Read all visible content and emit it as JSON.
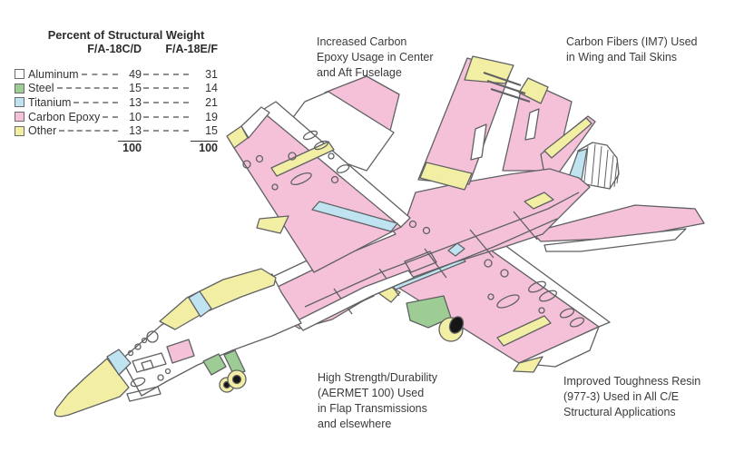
{
  "palette": {
    "aluminum": "#FFFFFF",
    "steel": "#9DCD94",
    "titanium": "#BFE3F1",
    "carbon_epoxy": "#F5C1D8",
    "other": "#F2EFA4",
    "outline": "#606164",
    "text": "#3B3B3B"
  },
  "legend": {
    "title": "Percent of Structural Weight",
    "columns": [
      "F/A-18C/D",
      "F/A-18E/F"
    ],
    "rows": [
      {
        "material": "Aluminum",
        "color": "#FFFFFF",
        "cd": "49",
        "ef": "31"
      },
      {
        "material": "Steel",
        "color": "#9DCD94",
        "cd": "15",
        "ef": "14"
      },
      {
        "material": "Titanium",
        "color": "#BFE3F1",
        "cd": "13",
        "ef": "21"
      },
      {
        "material": "Carbon Epoxy",
        "color": "#F5C1D8",
        "cd": "10",
        "ef": "19"
      },
      {
        "material": "Other",
        "color": "#F2EFA4",
        "cd": "13",
        "ef": "15"
      }
    ],
    "totals": {
      "cd": "100",
      "ef": "100"
    }
  },
  "annotations": {
    "top_center": "Increased Carbon\nEpoxy Usage in Center\nand Aft Fuselage",
    "top_right": "Carbon Fibers (IM7) Used\nin Wing and Tail Skins",
    "bottom_center": "High Strength/Durability\n(AERMET 100) Used\nin Flap Transmissions\nand elsewhere",
    "bottom_right": "Improved Toughness Resin\n(977-3) Used in All C/E\nStructural Applications"
  }
}
